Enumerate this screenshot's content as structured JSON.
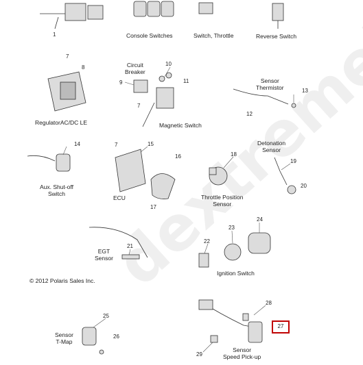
{
  "labels": {
    "console_switches": "Console Switches",
    "switch_throttle": "Switch, Throttle",
    "reverse_switch": "Reverse Switch",
    "circuit_breaker": "Circuit\nBreaker",
    "sensor_thermistor": "Sensor\nThermistor",
    "regulator": "RegulatorAC/DC LE",
    "magnetic_switch": "Magnetic Switch",
    "detonation_sensor": "Detonation\nSensor",
    "aux_shutoff": "Aux. Shut-off\nSwitch",
    "ecu": "ECU",
    "throttle_position": "Throttle Position\nSensor",
    "egt_sensor": "EGT\nSensor",
    "ignition_switch": "Ignition Switch",
    "sensor_tmap": "Sensor\nT-Map",
    "sensor_speed": "Sensor\nSpeed Pick-up"
  },
  "copyright": "© 2012 Polaris Sales Inc.",
  "watermark": "dextremelife",
  "part_numbers": [
    "1",
    "7",
    "8",
    "9",
    "10",
    "11",
    "12",
    "13",
    "7",
    "14",
    "7",
    "15",
    "16",
    "17",
    "18",
    "19",
    "20",
    "21",
    "22",
    "23",
    "24",
    "25",
    "26",
    "28",
    "29"
  ],
  "highlighted_part": "27",
  "colors": {
    "highlight_border": "#c00000",
    "line": "#333333",
    "part_fill": "#d9d9d9"
  }
}
